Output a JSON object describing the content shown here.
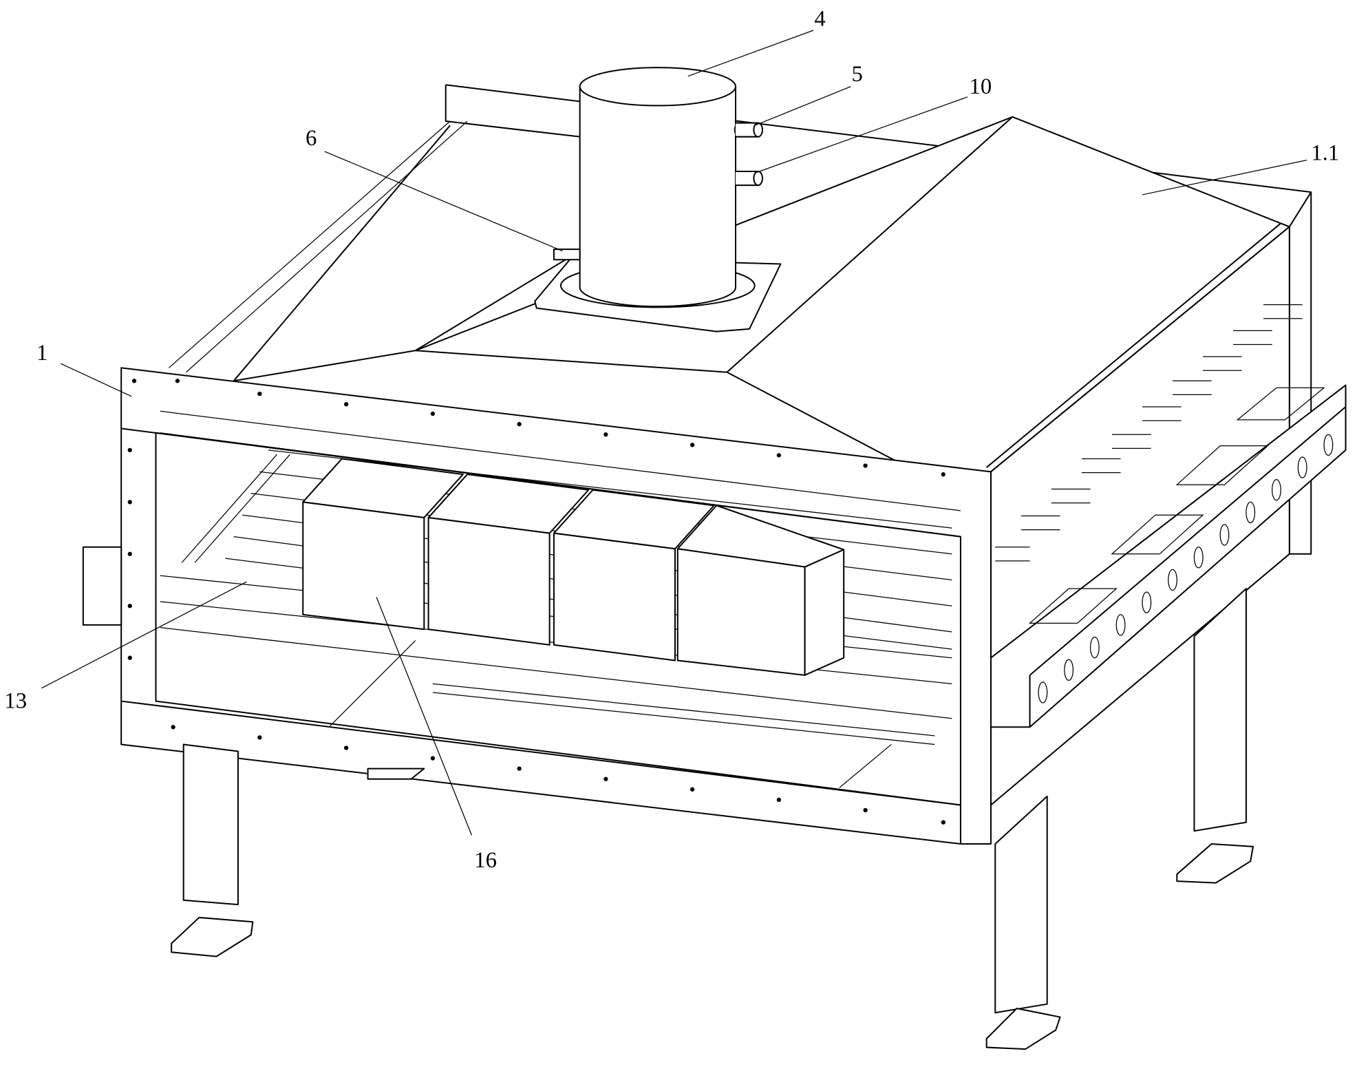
{
  "figure": {
    "title": "Perspective view of apparatus with hood, cylinder, roller conveyor and legs",
    "labels": {
      "l4": "4",
      "l5": "5",
      "l10": "10",
      "l6": "6",
      "l1_1": "1.1",
      "l1": "1",
      "l13": "13",
      "l16": "16"
    }
  }
}
